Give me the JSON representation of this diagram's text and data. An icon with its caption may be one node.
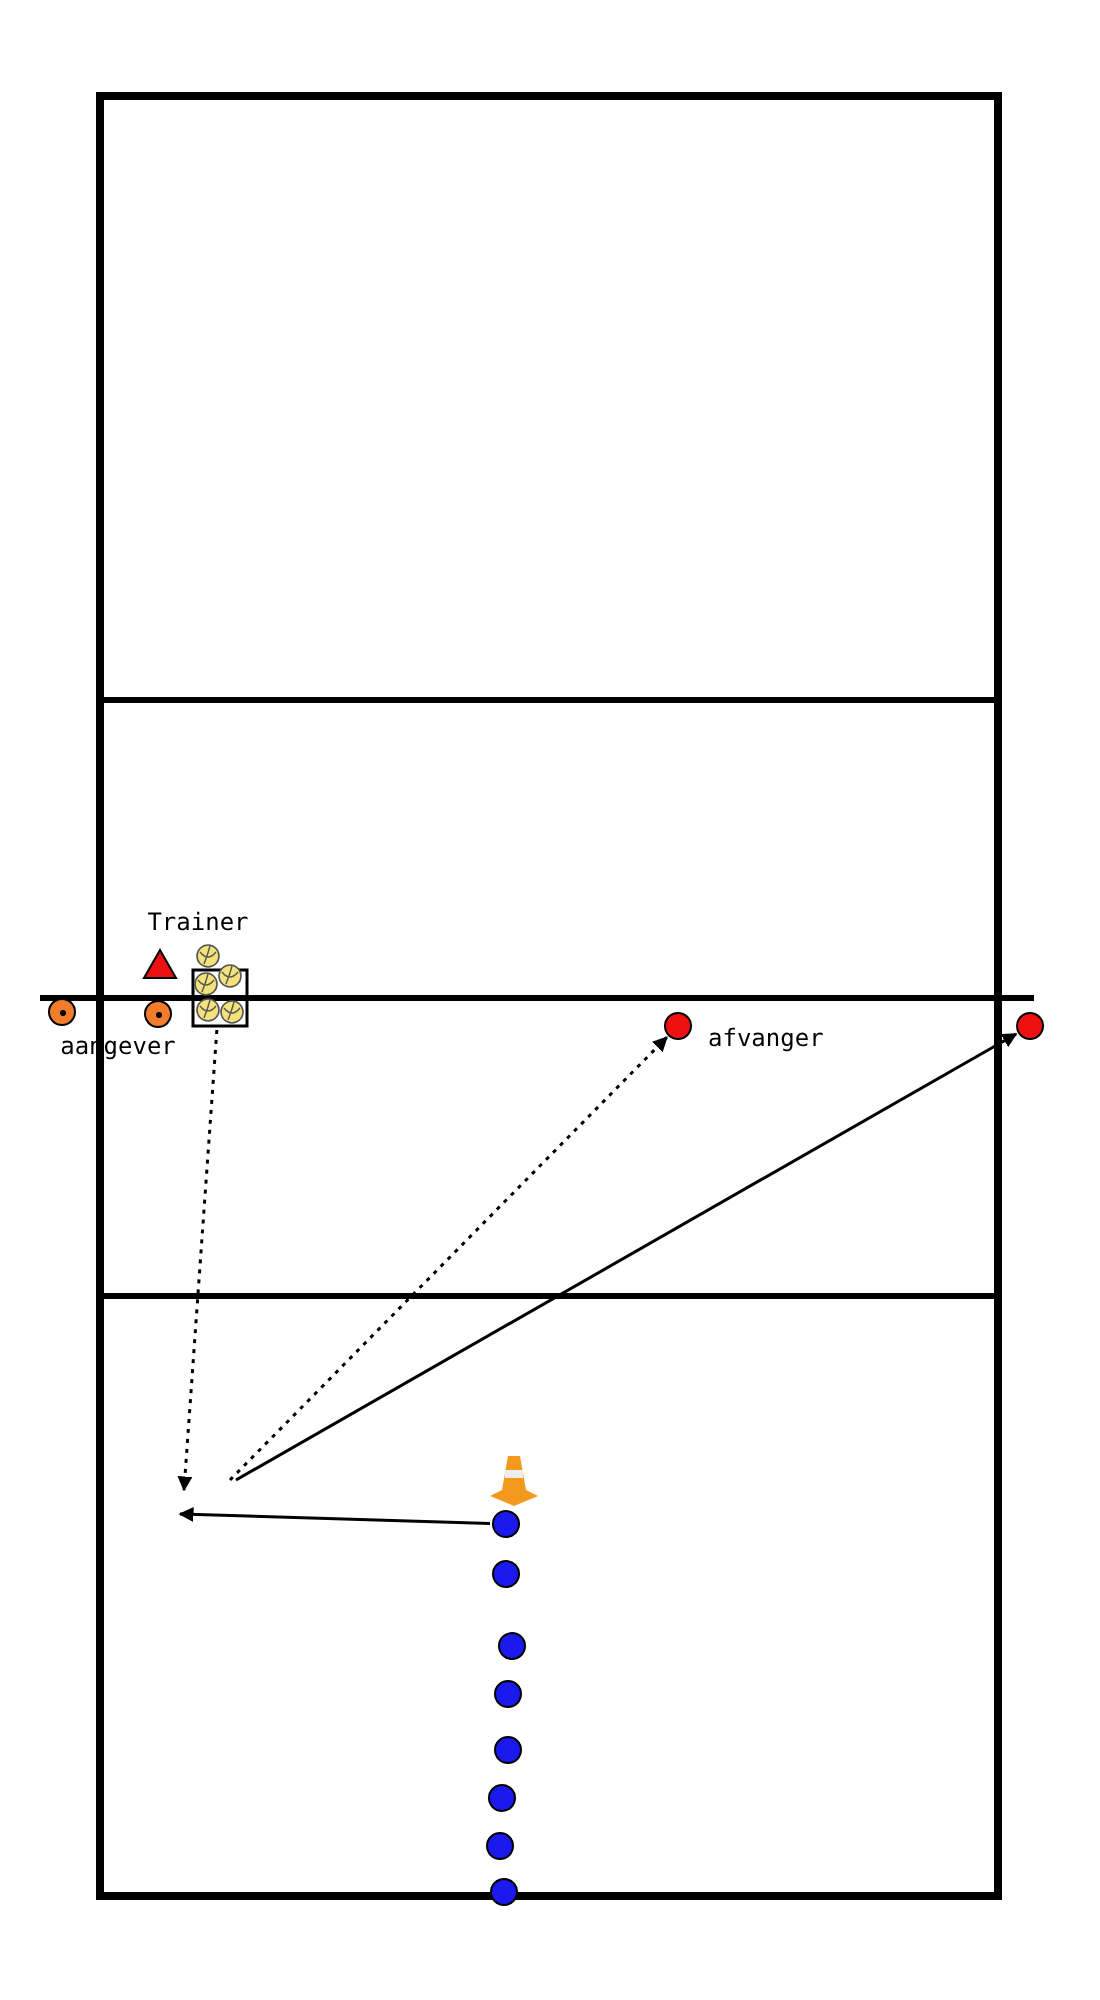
{
  "diagram": {
    "nodes": [
      {
        "text": [],
        "shape": "triangle",
        "beside": [
          "Trainer"
        ]
      },
      {
        "text": [],
        "shape": "picture"
      },
      {
        "text": [],
        "shape": "circle"
      },
      {
        "text": [],
        "shape": "circle",
        "beside": [
          "aangever"
        ]
      },
      {
        "text": [],
        "shape": "circle",
        "beside": [
          "afvanger"
        ]
      },
      {
        "text": [],
        "shape": "circle"
      },
      {
        "text": [],
        "shape": "cone"
      },
      {
        "text": [],
        "shape": "circle"
      },
      {
        "text": [],
        "shape": "circle"
      },
      {
        "text": [],
        "shape": "circle"
      },
      {
        "text": [],
        "shape": "circle"
      },
      {
        "text": [],
        "shape": "circle"
      },
      {
        "text": [],
        "shape": "circle"
      },
      {
        "text": [],
        "shape": "circle"
      },
      {
        "text": [],
        "shape": "circle"
      }
    ],
    "edges": [
      {
        "from": 1,
        "to": null,
        "arrow": "to",
        "style": "dashed"
      },
      {
        "from": null,
        "to": 4,
        "arrow": "to",
        "style": "dashed"
      },
      {
        "from": null,
        "to": 5,
        "arrow": "to"
      },
      {
        "from": 7,
        "to": null,
        "arrow": "to"
      }
    ]
  }
}
